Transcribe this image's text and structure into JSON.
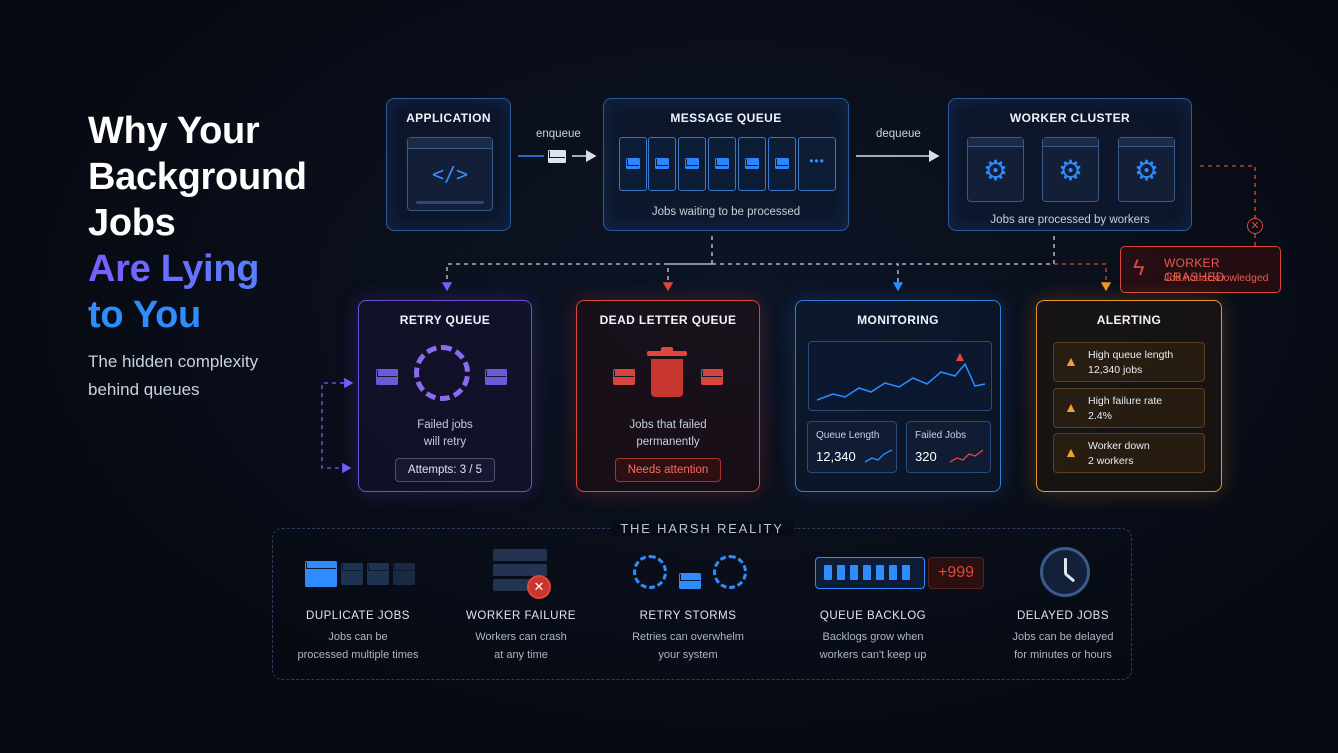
{
  "title": {
    "line1": "Why Your",
    "line2": "Background",
    "line3": "Jobs",
    "line4": "Are Lying",
    "line5": "to You"
  },
  "subtitle": "The hidden complexity behind queues",
  "application": {
    "title": "APPLICATION",
    "icon": "code-icon"
  },
  "enqueue_label": "enqueue",
  "dequeue_label": "dequeue",
  "message_queue": {
    "title": "MESSAGE QUEUE",
    "caption": "Jobs waiting to be processed",
    "more": "•••"
  },
  "worker_cluster": {
    "title": "WORKER CLUSTER",
    "caption": "Jobs are processed by workers"
  },
  "worker_crashed": {
    "title": "WORKER CRASHED",
    "subtitle": "Job not acknowledged"
  },
  "retry_queue": {
    "title": "RETRY QUEUE",
    "caption_line1": "Failed jobs",
    "caption_line2": "will retry",
    "attempts": "Attempts: 3 / 5"
  },
  "dead_letter_queue": {
    "title": "DEAD LETTER QUEUE",
    "caption_line1": "Jobs that failed",
    "caption_line2": "permanently",
    "badge": "Needs attention"
  },
  "monitoring": {
    "title": "MONITORING",
    "queue_length_label": "Queue Length",
    "queue_length_value": "12,340",
    "failed_jobs_label": "Failed Jobs",
    "failed_jobs_value": "320"
  },
  "alerting": {
    "title": "ALERTING",
    "alerts": [
      {
        "title": "High queue length",
        "detail": "12,340 jobs"
      },
      {
        "title": "High failure rate",
        "detail": "2.4%"
      },
      {
        "title": "Worker down",
        "detail": "2 workers"
      }
    ]
  },
  "harsh_reality": {
    "title": "THE HARSH REALITY",
    "items": [
      {
        "head": "DUPLICATE JOBS",
        "desc1": "Jobs can be",
        "desc2": "processed multiple times"
      },
      {
        "head": "WORKER FAILURE",
        "desc1": "Workers can crash",
        "desc2": "at any time"
      },
      {
        "head": "RETRY STORMS",
        "desc1": "Retries can overwhelm",
        "desc2": "your system"
      },
      {
        "head": "QUEUE BACKLOG",
        "desc1": "Backlogs grow when",
        "desc2": "workers can't keep up"
      },
      {
        "head": "DELAYED JOBS",
        "desc1": "Jobs can be delayed",
        "desc2": "for minutes or hours"
      }
    ],
    "backlog_badge": "+999"
  },
  "colors": {
    "blue": "#2f8cff",
    "purple": "#7b5cff",
    "red": "#e0463c",
    "orange": "#e8962a"
  }
}
